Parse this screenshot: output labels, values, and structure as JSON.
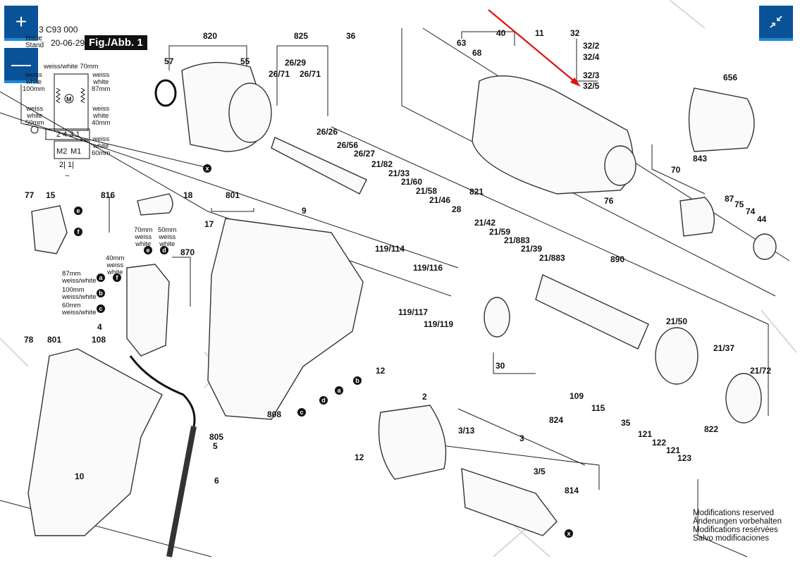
{
  "viewer": {
    "zoom_in_label": "+",
    "zoom_out_label": "—",
    "collapse_icon": "minimize-arrows-icon"
  },
  "header": {
    "doc_number": "3 C93 000",
    "issue_label_1": "Issue",
    "issue_label_2": "Stand",
    "issue_date": "20-06-29",
    "figure_title": "Fig./Abb. 1"
  },
  "wiring": {
    "top": "weiss/white 70mm",
    "left_top": [
      "weiss",
      "white",
      "100mm"
    ],
    "right_top": [
      "weiss",
      "white",
      "87mm"
    ],
    "left_mid": [
      "weiss",
      "white",
      "50mm"
    ],
    "right_mid": [
      "weiss",
      "white",
      "40mm"
    ],
    "right_bottom": [
      "weiss",
      "white",
      "60mm"
    ],
    "terminals": "2 4 3 1",
    "m2": "M2",
    "m1": "M1",
    "motor": "M",
    "bottom_terminals": "2| 1|",
    "ac": "~"
  },
  "switch_wires": {
    "e": [
      "70mm",
      "weiss",
      "white"
    ],
    "d": [
      "50mm",
      "weiss",
      "white"
    ],
    "f": [
      "40mm",
      "weiss",
      "white"
    ],
    "a": [
      "87mm",
      "weiss/white"
    ],
    "b": [
      "100mm",
      "weiss/white"
    ],
    "c": [
      "60mm",
      "weiss/white"
    ]
  },
  "parts": {
    "p820": "820",
    "p57": "57",
    "p55": "55",
    "p825": "825",
    "p26_29": "26/29",
    "p26_71a": "26/71",
    "p26_71b": "26/71",
    "p36": "36",
    "p40": "40",
    "p11": "11",
    "p63": "63",
    "p68": "68",
    "p32": "32",
    "p32_2": "32/2",
    "p32_4": "32/4",
    "p32_3": "32/3",
    "p32_5": "32/5",
    "p656": "656",
    "p843": "843",
    "p70": "70",
    "p87": "87",
    "p75": "75",
    "p74": "74",
    "p44": "44",
    "p76": "76",
    "p26_26": "26/26",
    "p26_56": "26/56",
    "p26_27": "26/27",
    "p21_82": "21/82",
    "p21_33": "21/33",
    "p21_60": "21/60",
    "p21_58": "21/58",
    "p21_46": "21/46",
    "p28": "28",
    "p821": "821",
    "p21_42": "21/42",
    "p21_59": "21/59",
    "p21_883a": "21/883",
    "p21_39": "21/39",
    "p21_883b": "21/883",
    "p890": "890",
    "p119_114": "119/114",
    "p119_116": "119/116",
    "p119_117": "119/117",
    "p119_119": "119/119",
    "p77": "77",
    "p15": "15",
    "p816": "816",
    "p18": "18",
    "p801a": "801",
    "p9": "9",
    "p17": "17",
    "p870": "870",
    "p4": "4",
    "p108": "108",
    "p78": "78",
    "p801b": "801",
    "p808": "808",
    "p12a": "12",
    "p12b": "12",
    "p2": "2",
    "p30": "30",
    "p109": "109",
    "p115": "115",
    "p824": "824",
    "p35": "35",
    "p121a": "121",
    "p122": "122",
    "p121b": "121",
    "p123": "123",
    "p21_50": "21/50",
    "p21_37": "21/37",
    "p21_72": "21/72",
    "p822": "822",
    "p3_13": "3/13",
    "p3": "3",
    "p3_5": "3/5",
    "p814": "814",
    "p805": "805",
    "p5": "5",
    "p6": "6",
    "p10": "10"
  },
  "markers": {
    "a": "a",
    "b": "b",
    "c": "c",
    "d": "d",
    "e": "e",
    "f": "f",
    "x": "x"
  },
  "notice": [
    "Modifications reserved",
    "Änderungen vorbehalten",
    "Modifications resérvées",
    "Salvo modificaciones"
  ],
  "annotation": {
    "arrow_color": "#e01010",
    "target_part": "32/5"
  },
  "colors": {
    "viewer_button": "#0a5298",
    "viewer_button_accent": "#1e8ad6"
  }
}
